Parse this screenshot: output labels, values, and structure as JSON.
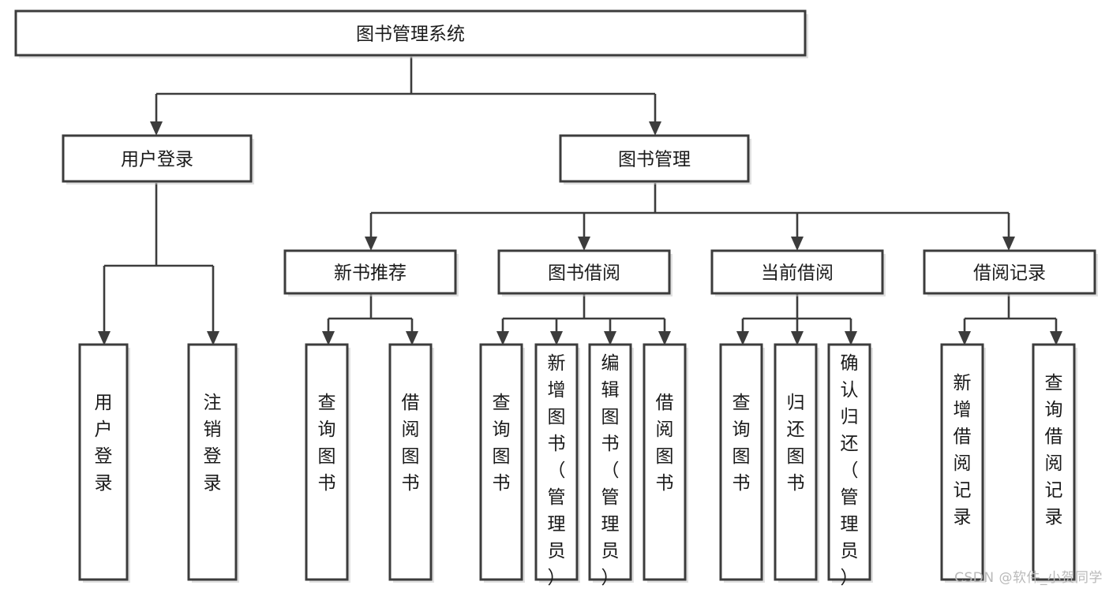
{
  "diagram": {
    "title": "图书管理系统",
    "type": "tree-hierarchy",
    "watermark": "CSDN @软件_小贺同学",
    "colors": {
      "box_stroke": "#3c3c3c",
      "box_fill": "#ffffff",
      "connector": "#3c3c3c",
      "text": "#1a1a1a",
      "watermark": "#b9b9b9",
      "background": "#ffffff"
    },
    "levels": {
      "root": {
        "label": "图书管理系统"
      },
      "level2": [
        {
          "id": "user-login",
          "label": "用户登录"
        },
        {
          "id": "book-management",
          "label": "图书管理"
        }
      ],
      "level3": [
        {
          "id": "new-book-recommend",
          "label": "新书推荐",
          "parent": "book-management"
        },
        {
          "id": "book-borrow",
          "label": "图书借阅",
          "parent": "book-management"
        },
        {
          "id": "current-borrow",
          "label": "当前借阅",
          "parent": "book-management"
        },
        {
          "id": "borrow-record",
          "label": "借阅记录",
          "parent": "book-management"
        }
      ],
      "leaves": [
        {
          "id": "leaf-user-login",
          "label": "用户登录",
          "parent": "user-login"
        },
        {
          "id": "leaf-logout",
          "label": "注销登录",
          "parent": "user-login"
        },
        {
          "id": "leaf-query-book-1",
          "label": "查询图书",
          "parent": "new-book-recommend"
        },
        {
          "id": "leaf-borrow-book-1",
          "label": "借阅图书",
          "parent": "new-book-recommend"
        },
        {
          "id": "leaf-query-book-2",
          "label": "查询图书",
          "parent": "book-borrow"
        },
        {
          "id": "leaf-add-book",
          "label": "新增图书（管理员）",
          "parent": "book-borrow"
        },
        {
          "id": "leaf-edit-book",
          "label": "编辑图书（管理员）",
          "parent": "book-borrow"
        },
        {
          "id": "leaf-borrow-book-2",
          "label": "借阅图书",
          "parent": "book-borrow"
        },
        {
          "id": "leaf-query-book-3",
          "label": "查询图书",
          "parent": "current-borrow"
        },
        {
          "id": "leaf-return-book",
          "label": "归还图书",
          "parent": "current-borrow"
        },
        {
          "id": "leaf-confirm-return",
          "label": "确认归还（管理员）",
          "parent": "current-borrow"
        },
        {
          "id": "leaf-add-record",
          "label": "新增借阅记录",
          "parent": "borrow-record"
        },
        {
          "id": "leaf-query-record",
          "label": "查询借阅记录",
          "parent": "borrow-record"
        }
      ]
    }
  }
}
